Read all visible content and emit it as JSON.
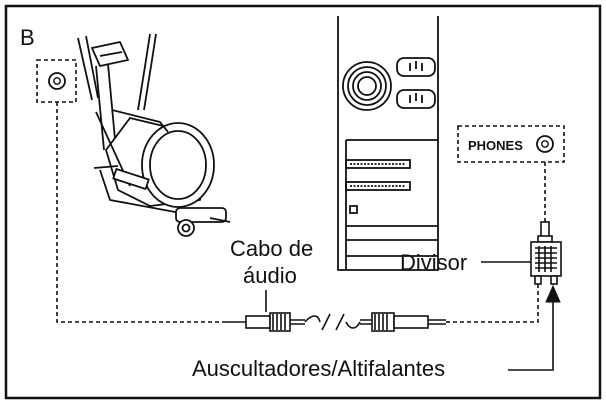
{
  "panel_letter": "B",
  "labels": {
    "phones": "PHONES",
    "audio_cable_line1": "Cabo de",
    "audio_cable_line2": "áudio",
    "splitter": "Divisor",
    "speakers": "Auscultadores/Altifalantes"
  },
  "colors": {
    "ink": "#111111",
    "background": "#ffffff"
  },
  "icons": {
    "elliptical": "elliptical-trainer-icon",
    "computer": "computer-tower-rear-icon",
    "splitter": "audio-splitter-icon",
    "jack": "audio-jack-icon",
    "plug": "audio-plug-icon"
  }
}
